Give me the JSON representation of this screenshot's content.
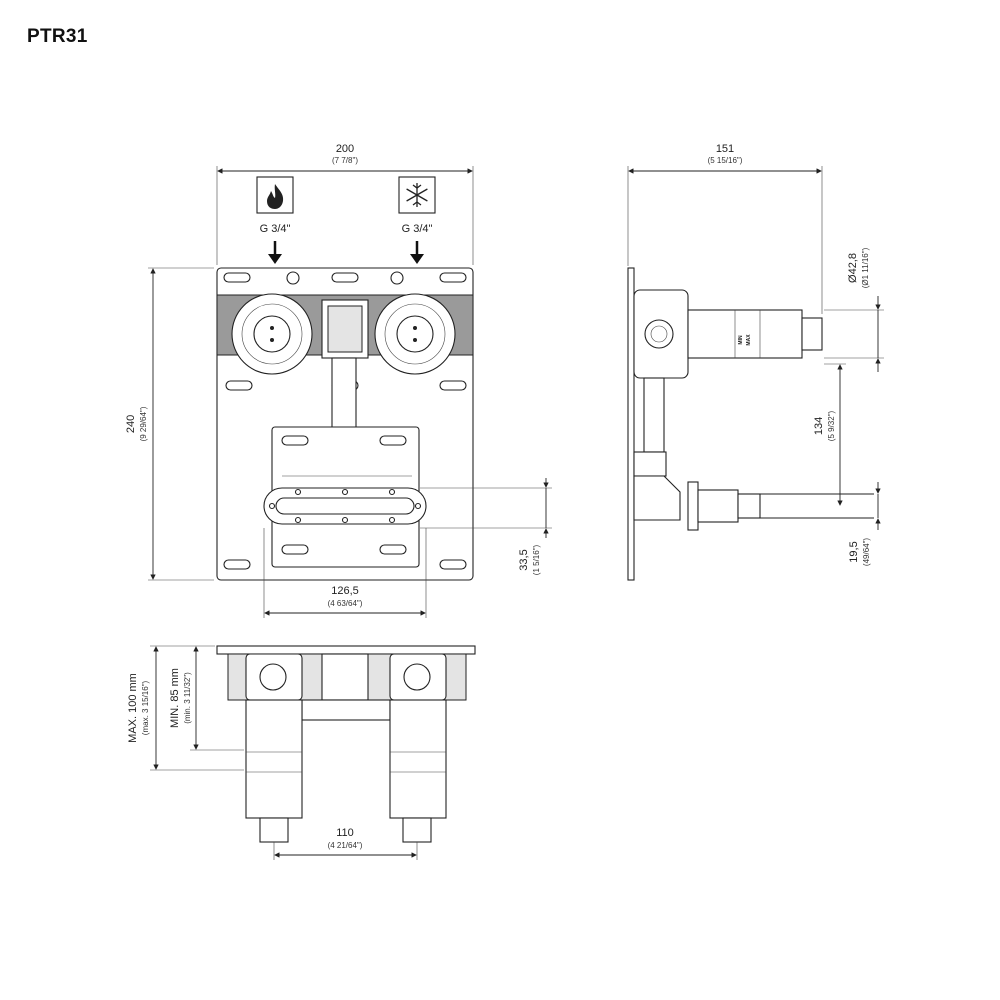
{
  "title": "PTR31",
  "front_view": {
    "width": {
      "value": "200",
      "inch": "(7 7/8\")"
    },
    "height": {
      "value": "240",
      "inch": "(9 29/64\")"
    },
    "bottom_width": {
      "value": "126,5",
      "inch": "(4 63/64\")"
    },
    "side_offset": {
      "value": "33,5",
      "inch": "(1 5/16\")"
    },
    "hot_inlet": {
      "label": "G 3/4\"",
      "icon": "flame-icon"
    },
    "cold_inlet": {
      "label": "G 3/4\"",
      "icon": "snowflake-icon"
    }
  },
  "side_view": {
    "depth": {
      "value": "151",
      "inch": "(5 15/16\")"
    },
    "diameter": {
      "value": "Ø42,8",
      "inch": "(Ø1 11/16\")"
    },
    "spacing": {
      "value": "134",
      "inch": "(5 9/32\")"
    },
    "outlet": {
      "value": "19,5",
      "inch": "(49/64\")"
    },
    "knob_text": {
      "min": "MIN",
      "max": "MAX"
    }
  },
  "top_view": {
    "max_depth": {
      "value": "MAX. 100 mm",
      "inch": "(max. 3 15/16\")"
    },
    "min_depth": {
      "value": "MIN. 85 mm",
      "inch": "(min. 3 11/32\")"
    },
    "centers": {
      "value": "110",
      "inch": "(4 21/64\")"
    }
  }
}
